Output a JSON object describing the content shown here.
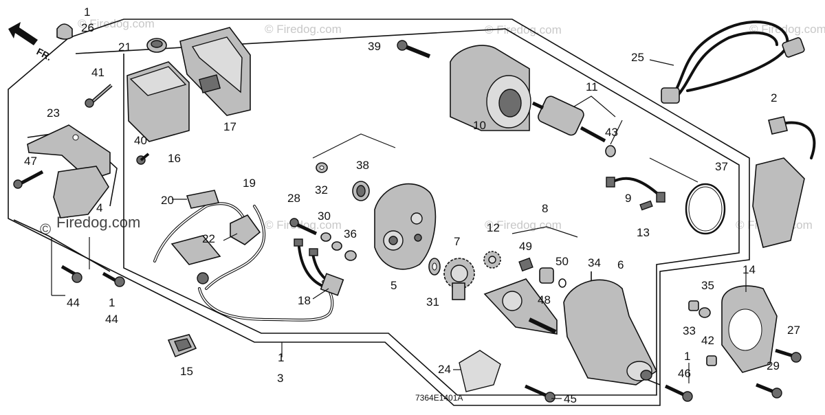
{
  "watermark": {
    "text": "© Firedog.com",
    "visible_text": "Firedog.com",
    "copyright_symbol": "©"
  },
  "direction_arrow": {
    "label": "FR."
  },
  "drawing_code": "7364E1401A",
  "callouts": {
    "c1a": "1",
    "c26": "26",
    "c21": "21",
    "c41": "41",
    "c40": "40",
    "c16": "16",
    "c17": "17",
    "c23": "23",
    "c47": "47",
    "c4": "4",
    "c44a": "44",
    "c1b": "1",
    "c44b": "44",
    "c20": "20",
    "c19": "19",
    "c22": "22",
    "c28": "28",
    "c30": "30",
    "c36": "36",
    "c18": "18",
    "c32": "32",
    "c38": "38",
    "c5": "5",
    "c31": "31",
    "c39": "39",
    "c10": "10",
    "c11": "11",
    "c43": "43",
    "c7": "7",
    "c12": "12",
    "c8": "8",
    "c49": "49",
    "c50": "50",
    "c48": "48",
    "c34": "34",
    "c6": "6",
    "c9": "9",
    "c13": "13",
    "c37": "37",
    "c25": "25",
    "c2": "2",
    "c14": "14",
    "c35": "35",
    "c33": "33",
    "c42": "42",
    "c27": "27",
    "c29": "29",
    "c1c": "1",
    "c46": "46",
    "c45": "45",
    "c24": "24",
    "c15": "15",
    "c1d": "1",
    "c3": "3"
  }
}
